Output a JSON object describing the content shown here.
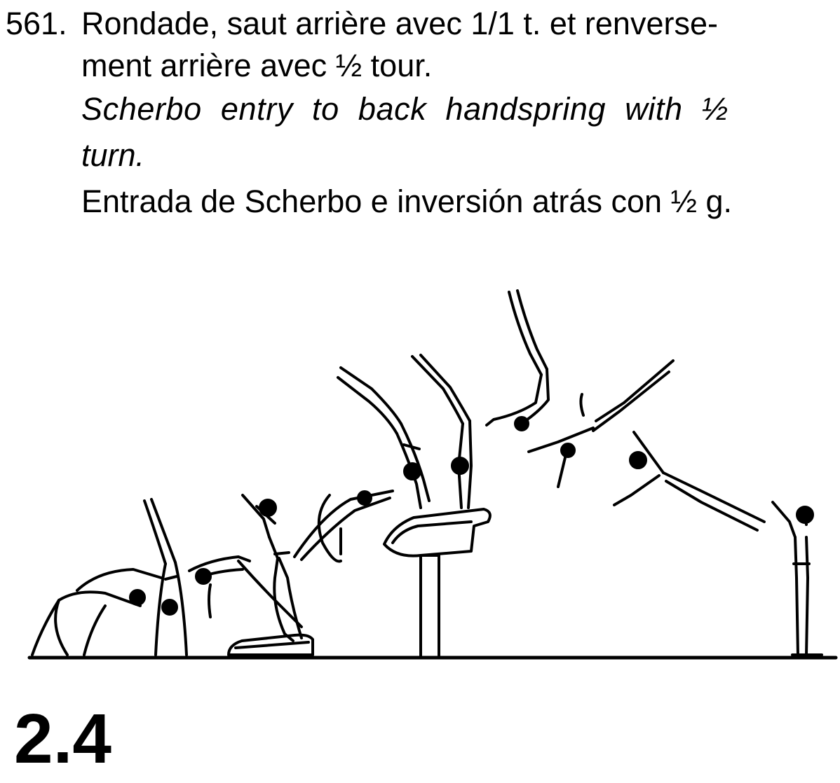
{
  "element": {
    "number": "561.",
    "french_line1": "Rondade, saut arrière avec 1/1 t. et renverse-",
    "french_line2": "ment arrière avec ½ tour.",
    "english_line1": "Scherbo entry to back handspring with ½",
    "english_line2": "turn.",
    "spanish_line1": "Entrada de Scherbo e inversión atrás con ½ g.",
    "difficulty_value": "2.4"
  },
  "illustration": {
    "icon": "gymnast-vault-sequence-icon",
    "ink_color": "#000000",
    "background_color": "#ffffff"
  }
}
